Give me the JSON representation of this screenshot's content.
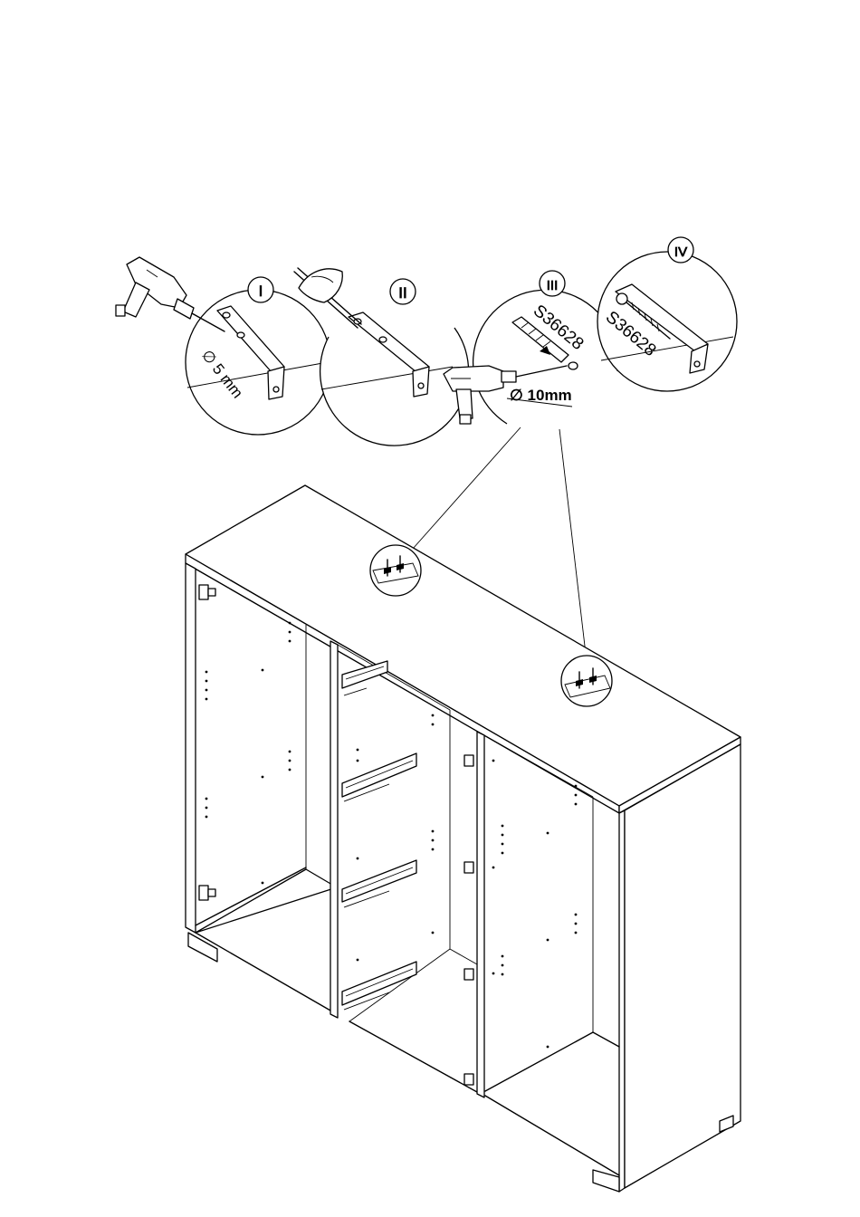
{
  "steps": [
    {
      "numeral": "I",
      "label": "∅ 5 mm"
    },
    {
      "numeral": "II",
      "label": ""
    },
    {
      "numeral": "III",
      "part_code": "S36628",
      "label": "∅ 10mm"
    },
    {
      "numeral": "IV",
      "part_code": "S36628",
      "label": ""
    }
  ],
  "icons": {
    "drill": "drill-icon",
    "pencil": "pencil-icon",
    "dowel": "wall-plug-icon",
    "screw": "screw-icon",
    "bracket": "bracket-icon"
  },
  "colors": {
    "ink": "#000000",
    "paper": "#ffffff"
  }
}
